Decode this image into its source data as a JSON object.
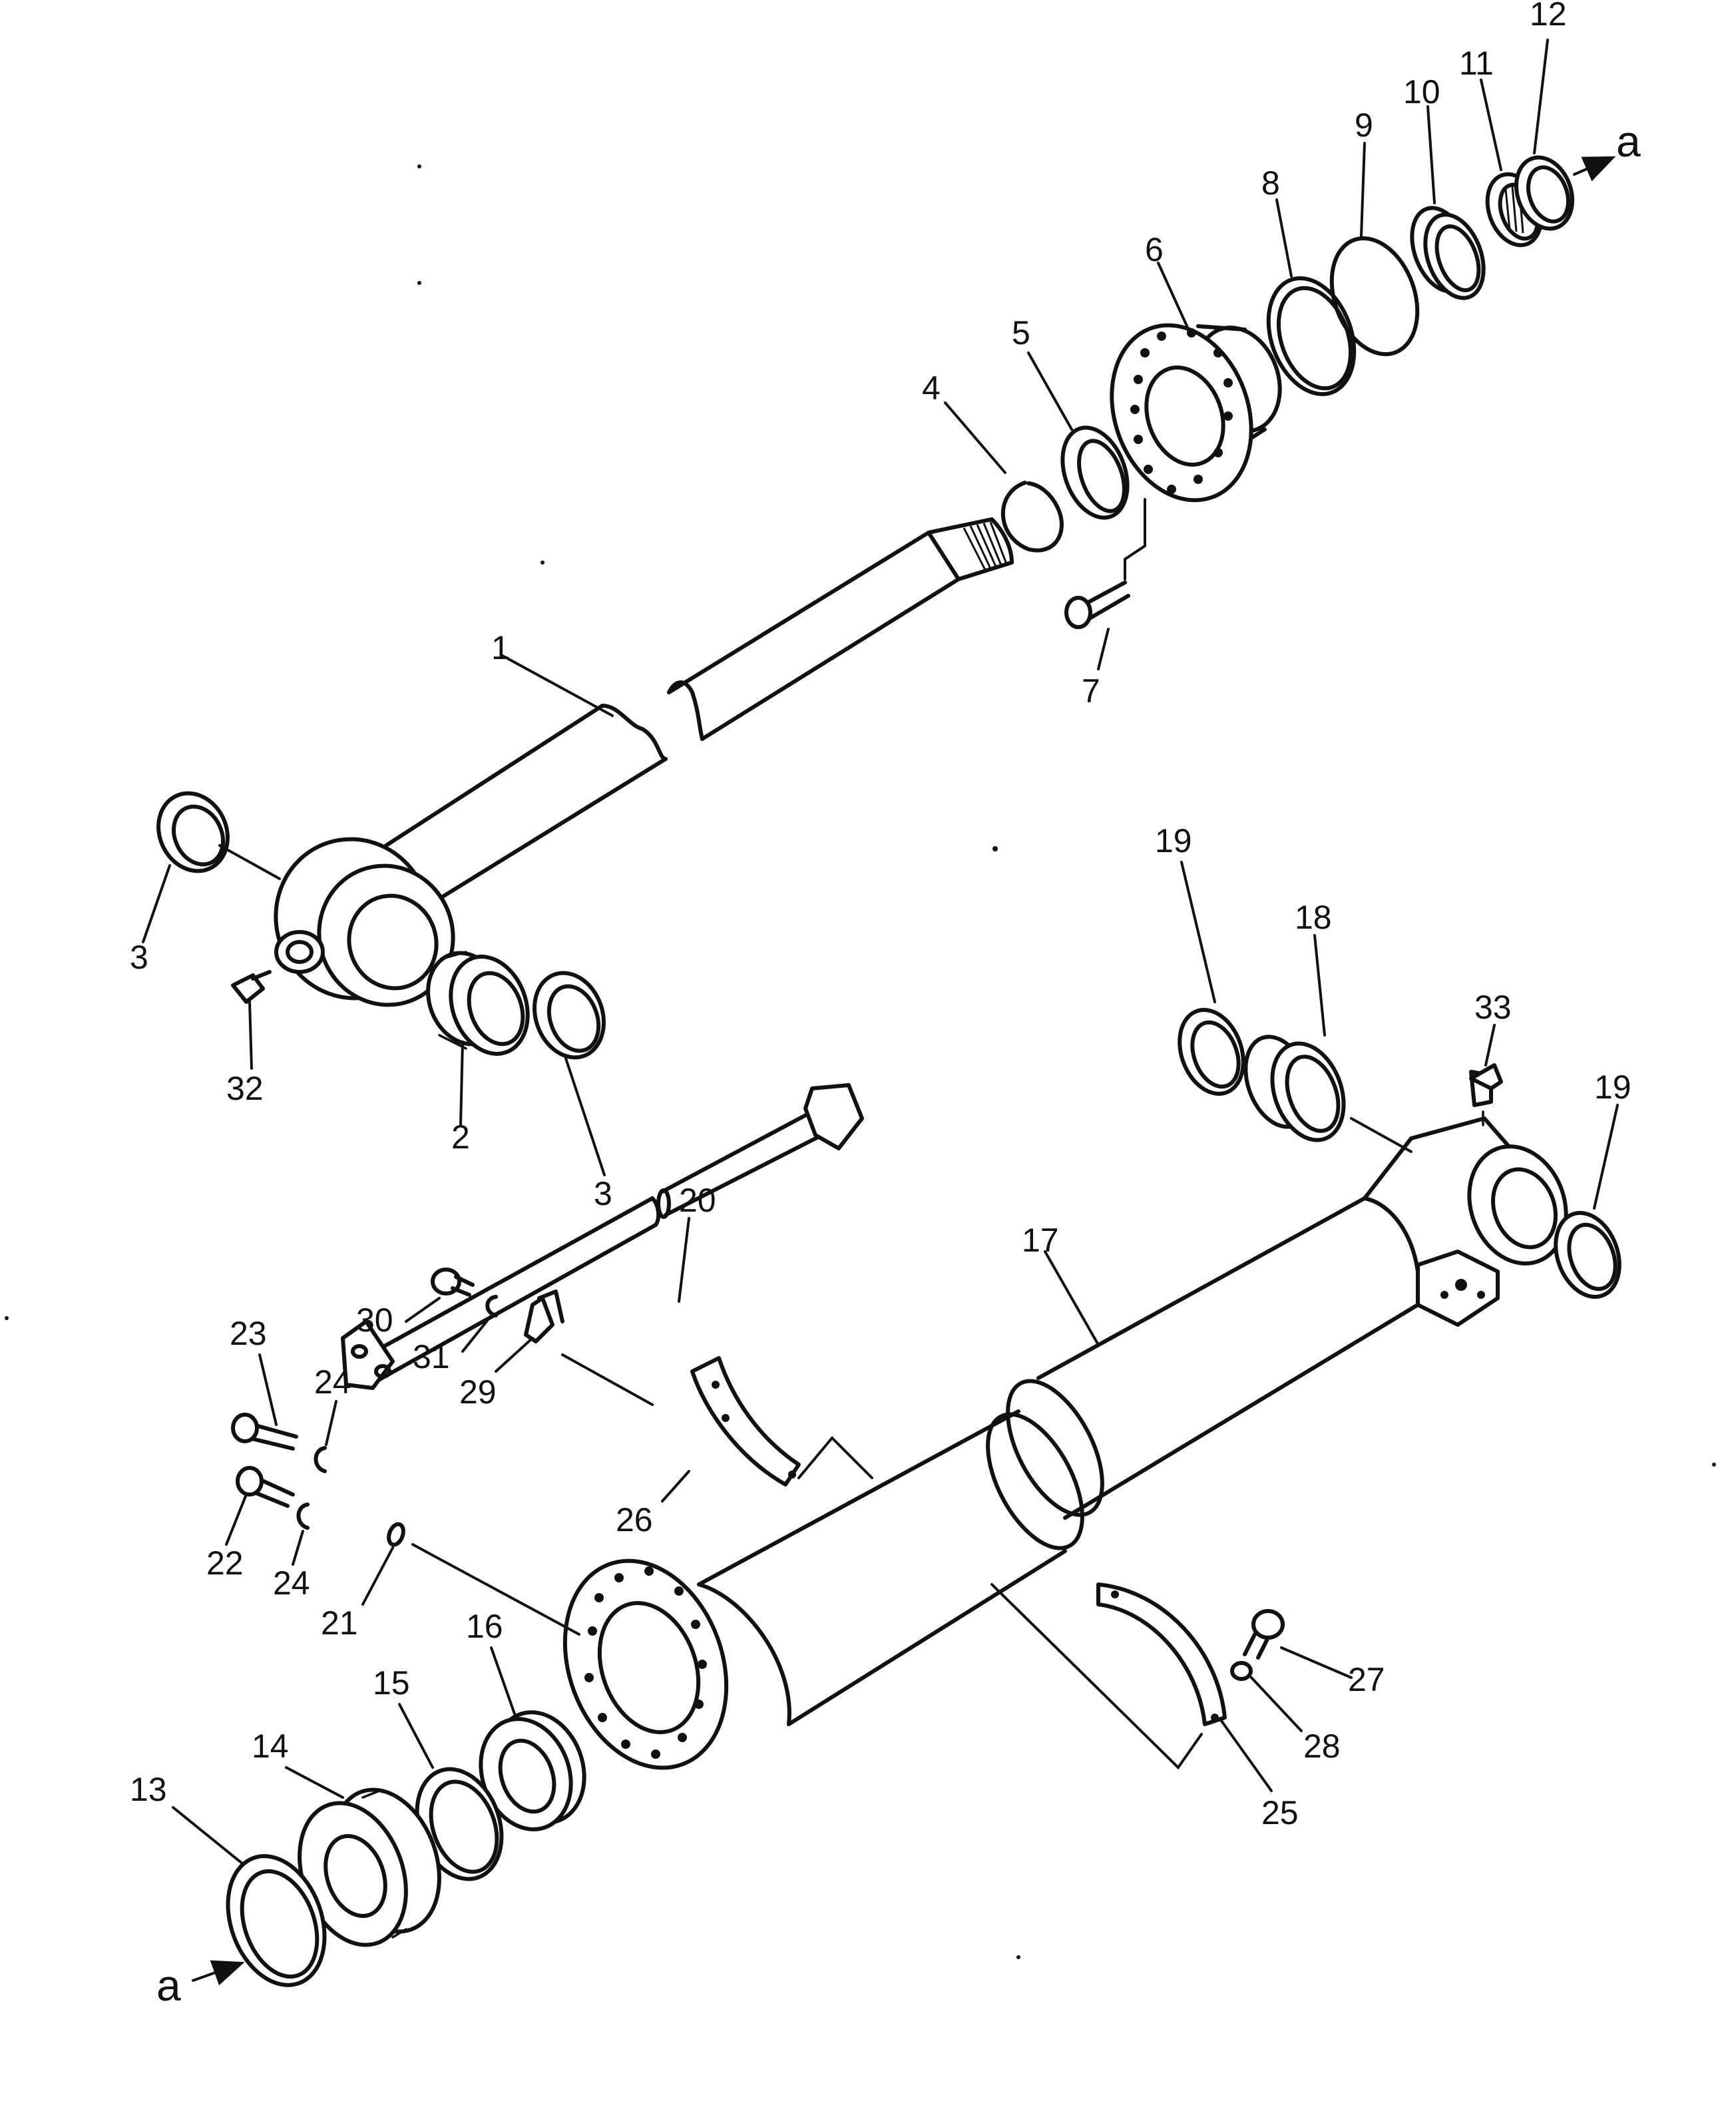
{
  "diagram": {
    "labels": {
      "p1": "1",
      "p2": "2",
      "p3a": "3",
      "p3b": "3",
      "p4": "4",
      "p5": "5",
      "p6": "6",
      "p7": "7",
      "p8": "8",
      "p9": "9",
      "p10": "10",
      "p11": "11",
      "p12": "12",
      "p13": "13",
      "p14": "14",
      "p15": "15",
      "p16": "16",
      "p17": "17",
      "p18": "18",
      "p19a": "19",
      "p19b": "19",
      "p20": "20",
      "p21": "21",
      "p22": "22",
      "p23": "23",
      "p24a": "24",
      "p24b": "24",
      "p25": "25",
      "p26": "26",
      "p27": "27",
      "p28": "28",
      "p29": "29",
      "p30": "30",
      "p31": "31",
      "p32": "32",
      "p33": "33"
    },
    "connector_top": "a",
    "connector_bottom": "a"
  }
}
